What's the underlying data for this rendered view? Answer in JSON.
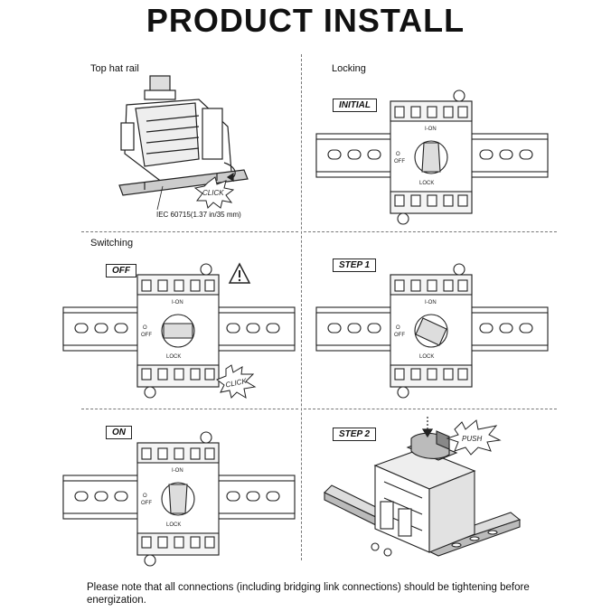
{
  "title": "PRODUCT INSTALL",
  "sections": {
    "top_hat_rail": "Top hat rail",
    "locking": "Locking",
    "switching": "Switching"
  },
  "tags": {
    "initial": "INITIAL",
    "off": "OFF",
    "on": "ON",
    "step1": "STEP 1",
    "step2": "STEP 2"
  },
  "rail_spec": "IEC 60715(1.37 in/35 mm)",
  "switch_labels": {
    "on": "I-ON",
    "off": "OFF",
    "lock": "LOCK",
    "off_mark": "O"
  },
  "callouts": {
    "click": "CLICK",
    "push": "PUSH"
  },
  "note": "Please note that all connections (including bridging link connections) should be tightening before energization."
}
